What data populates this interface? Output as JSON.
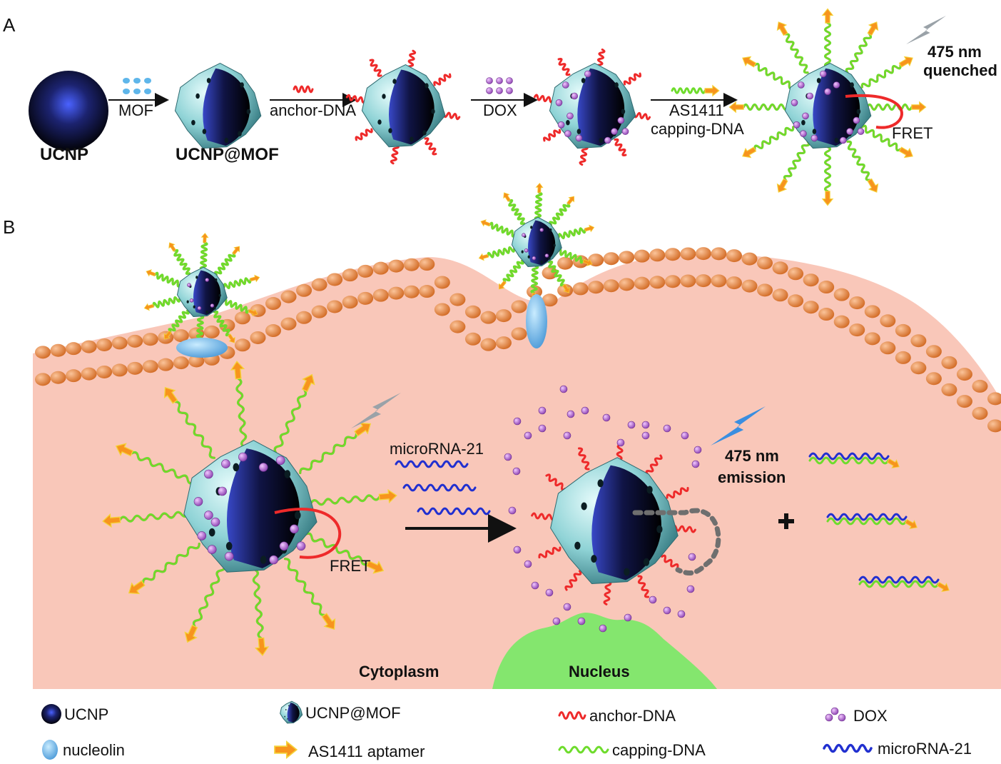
{
  "panels": {
    "a": "A",
    "b": "B"
  },
  "panel_a": {
    "ucnp_label": "UCNP",
    "mof_step": "MOF",
    "ucnp_mof_label": "UCNP@MOF",
    "anchor_step": "anchor-DNA",
    "dox_step": "DOX",
    "capping_step_line1": "AS1411",
    "capping_step_line2": "capping-DNA",
    "quenched_line1": "475 nm",
    "quenched_line2": "quenched",
    "fret": "FRET"
  },
  "panel_b": {
    "mirna": "microRNA-21",
    "fret": "FRET",
    "emission_line1": "475 nm",
    "emission_line2": "emission",
    "cytoplasm": "Cytoplasm",
    "nucleus": "Nucleus"
  },
  "legend": {
    "ucnp": "UCNP",
    "ucnp_mof": "UCNP@MOF",
    "anchor_dna": "anchor-DNA",
    "dox": "DOX",
    "nucleolin": "nucleolin",
    "aptamer": "AS1411 aptamer",
    "capping_dna": "capping-DNA",
    "microrna": "microRNA-21"
  },
  "colors": {
    "cell": "#f9c7b9",
    "membrane_bead": "#e8883f",
    "nucleus": "#84e66e",
    "anchor": "#ee2a2a",
    "capping": "#6edc2c",
    "aptamer": "#f7941d",
    "dox": "#b06ac8",
    "mirna": "#2130d0",
    "mof_shell": "#8fd3d6",
    "nucleolin": "#6cb6e6",
    "lightning_grey": "#9aa2a8",
    "lightning_blue": "#3a8ee0"
  }
}
